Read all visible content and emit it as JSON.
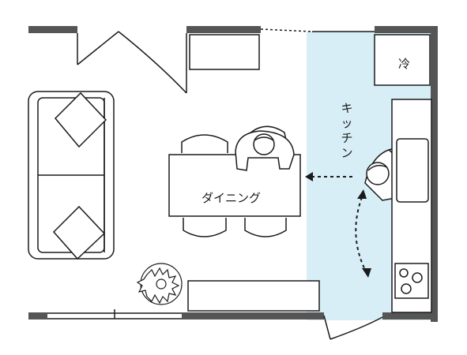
{
  "labels": {
    "dining": "ダイニング",
    "kitchen": "キッチン",
    "fridge": "冷"
  },
  "colors": {
    "wall": "#555555",
    "line": "#1b1b1b",
    "kitchen_area": "#d7eef6",
    "dashed_arrow": "#1b1b1b"
  },
  "icons": [
    "sofa-icon",
    "cushion-icon",
    "dining-table-icon",
    "chair-icon",
    "person-icon",
    "plant-icon",
    "fridge-icon",
    "stove-icon",
    "sink-icon",
    "door-swing-icon",
    "arrow-icon"
  ]
}
